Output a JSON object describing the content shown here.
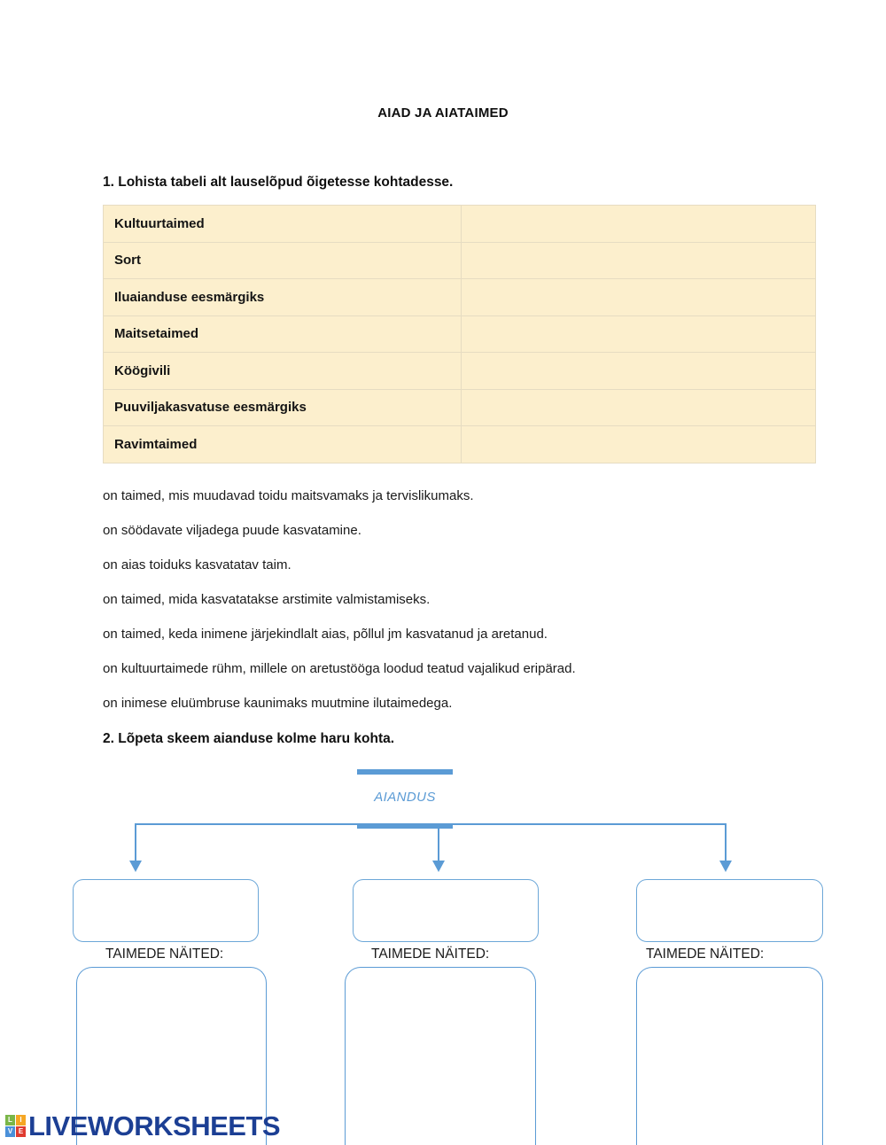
{
  "document": {
    "title": "AIAD JA AIATAIMED"
  },
  "task1": {
    "heading": "1. Lohista tabeli alt lauselõpud õigetesse kohtadesse.",
    "table": {
      "rows": [
        {
          "term": "Kultuurtaimed",
          "answer": ""
        },
        {
          "term": "Sort",
          "answer": ""
        },
        {
          "term": "Iluaianduse eesmärgiks",
          "answer": ""
        },
        {
          "term": "Maitsetaimed",
          "answer": ""
        },
        {
          "term": "Köögivili",
          "answer": ""
        },
        {
          "term": "Puuviljakasvatuse eesmärgiks",
          "answer": ""
        },
        {
          "term": "Ravimtaimed",
          "answer": ""
        }
      ]
    },
    "sentences": [
      "on taimed, mis muudavad toidu maitsvamaks ja tervislikumaks.",
      "on söödavate viljadega puude kasvatamine.",
      "on aias toiduks kasvatatav taim.",
      "on taimed, mida kasvatatakse arstimite valmistamiseks.",
      "on taimed, keda inimene järjekindlalt aias, põllul jm kasvatanud ja aretanud.",
      "on kultuurtaimede rühm, millele on aretustööga loodud teatud vajalikud eripärad.",
      "on inimese eluümbruse kaunimaks muutmine ilutaimedega."
    ]
  },
  "task2": {
    "heading": "2. Lõpeta skeem aianduse kolme haru kohta.",
    "diagram": {
      "root_label": "AIANDUS",
      "branches": [
        {
          "name": "",
          "examples_label": "TAIMEDE NÄITED:",
          "examples": ""
        },
        {
          "name": "",
          "examples_label": "TAIMEDE NÄITED:",
          "examples": ""
        },
        {
          "name": "",
          "examples_label": "TAIMEDE NÄITED:",
          "examples": ""
        }
      ]
    }
  },
  "footer": {
    "logo_tiles": [
      "L",
      "I",
      "V",
      "E"
    ],
    "logo_text": "LIVEWORKSHEETS"
  },
  "colors": {
    "table_fill": "#fcefcd",
    "table_border": "#e6dcc2",
    "diagram_blue": "#5b9bd5",
    "box_border": "#6ca7d8",
    "logo_text": "#1c3f94",
    "tile_green": "#7ab648",
    "tile_orange": "#f5a623",
    "tile_blue": "#4a90d9",
    "tile_red": "#e03b30"
  }
}
